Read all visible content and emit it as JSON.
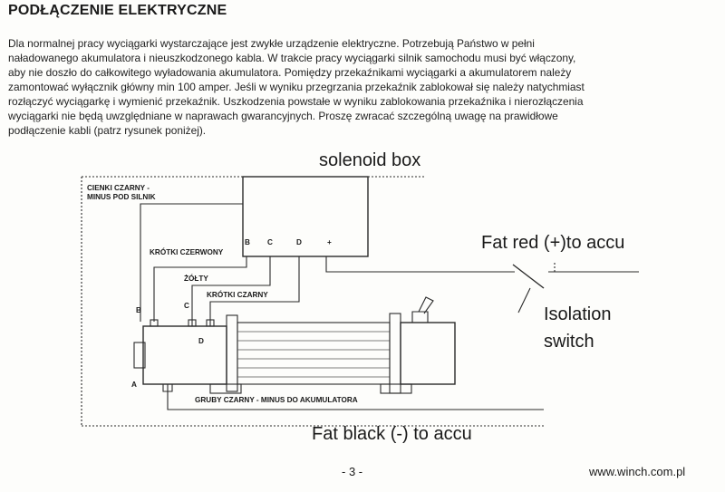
{
  "heading": "PODŁĄCZENIE ELEKTRYCZNE",
  "paragraph_lines": [
    "Dla normalnej pracy wyciągarki wystarczające jest zwykłe urządzenie elektryczne. Potrzebują Państwo w pełni",
    "naładowanego akumulatora i nieuszkodzonego kabla. W trakcie pracy wyciągarki silnik samochodu musi być włączony,",
    "aby nie doszło do całkowitego wyładowania akumulatora. Pomiędzy przekaźnikami wyciągarki  a akumulatorem należy",
    "zamontować wyłącznik główny min 100 amper. Jeśli w wyniku przegrzania przekaźnik zablokował się należy natychmiast",
    "rozłączyć wyciągarkę i wymienić przekaźnik. Uszkodzenia powstałe w wyniku zablokowania przekaźnika i nierozłączenia",
    "wyciągarki nie będą uwzględniane w naprawach gwarancyjnych. Proszę zwracać szczególną uwagę na prawidłowe",
    "podłączenie kabli (patrz rysunek poniżej)."
  ],
  "diagram": {
    "solenoid_box_label": "solenoid box",
    "cienki_czarny_line1": "CIENKI CZARNY -",
    "cienki_czarny_line2": "MINUS POD SILNIK",
    "terminal_b": "B",
    "terminal_c": "C",
    "terminal_d": "D",
    "terminal_plus": "+",
    "krotki_czerwony": "KRÓTKI CZERWONY",
    "zolty": "ŻÓŁTY",
    "krotki_czarny": "KRÓTKI CZARNY",
    "motor_b": "B",
    "motor_c": "C",
    "motor_d": "D",
    "motor_a": "A",
    "gruby_czarny": "GRUBY CZARNY - MINUS DO AKUMULATORA",
    "fat_red": "Fat red (+)to accu",
    "isolation_line1": "Isolation",
    "isolation_line2": "switch",
    "fat_black": "Fat black (-) to accu"
  },
  "footer": {
    "page_number": "- 3 -",
    "url": "www.winch.com.pl"
  }
}
